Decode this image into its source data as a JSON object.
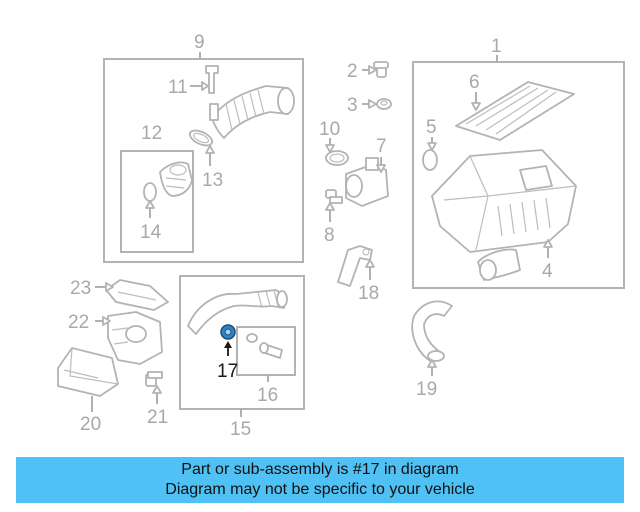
{
  "diagram": {
    "callouts": [
      "1",
      "2",
      "3",
      "4",
      "5",
      "6",
      "7",
      "8",
      "9",
      "10",
      "11",
      "12",
      "13",
      "14",
      "15",
      "16",
      "17",
      "18",
      "19",
      "20",
      "21",
      "22",
      "23"
    ],
    "highlight_part": "17",
    "highlight_color": "#2e86c8"
  },
  "banner": {
    "line1": "Part or sub-assembly is #17 in diagram",
    "line2": "Diagram may not be specific to your vehicle",
    "background": "#4fc1f5"
  }
}
